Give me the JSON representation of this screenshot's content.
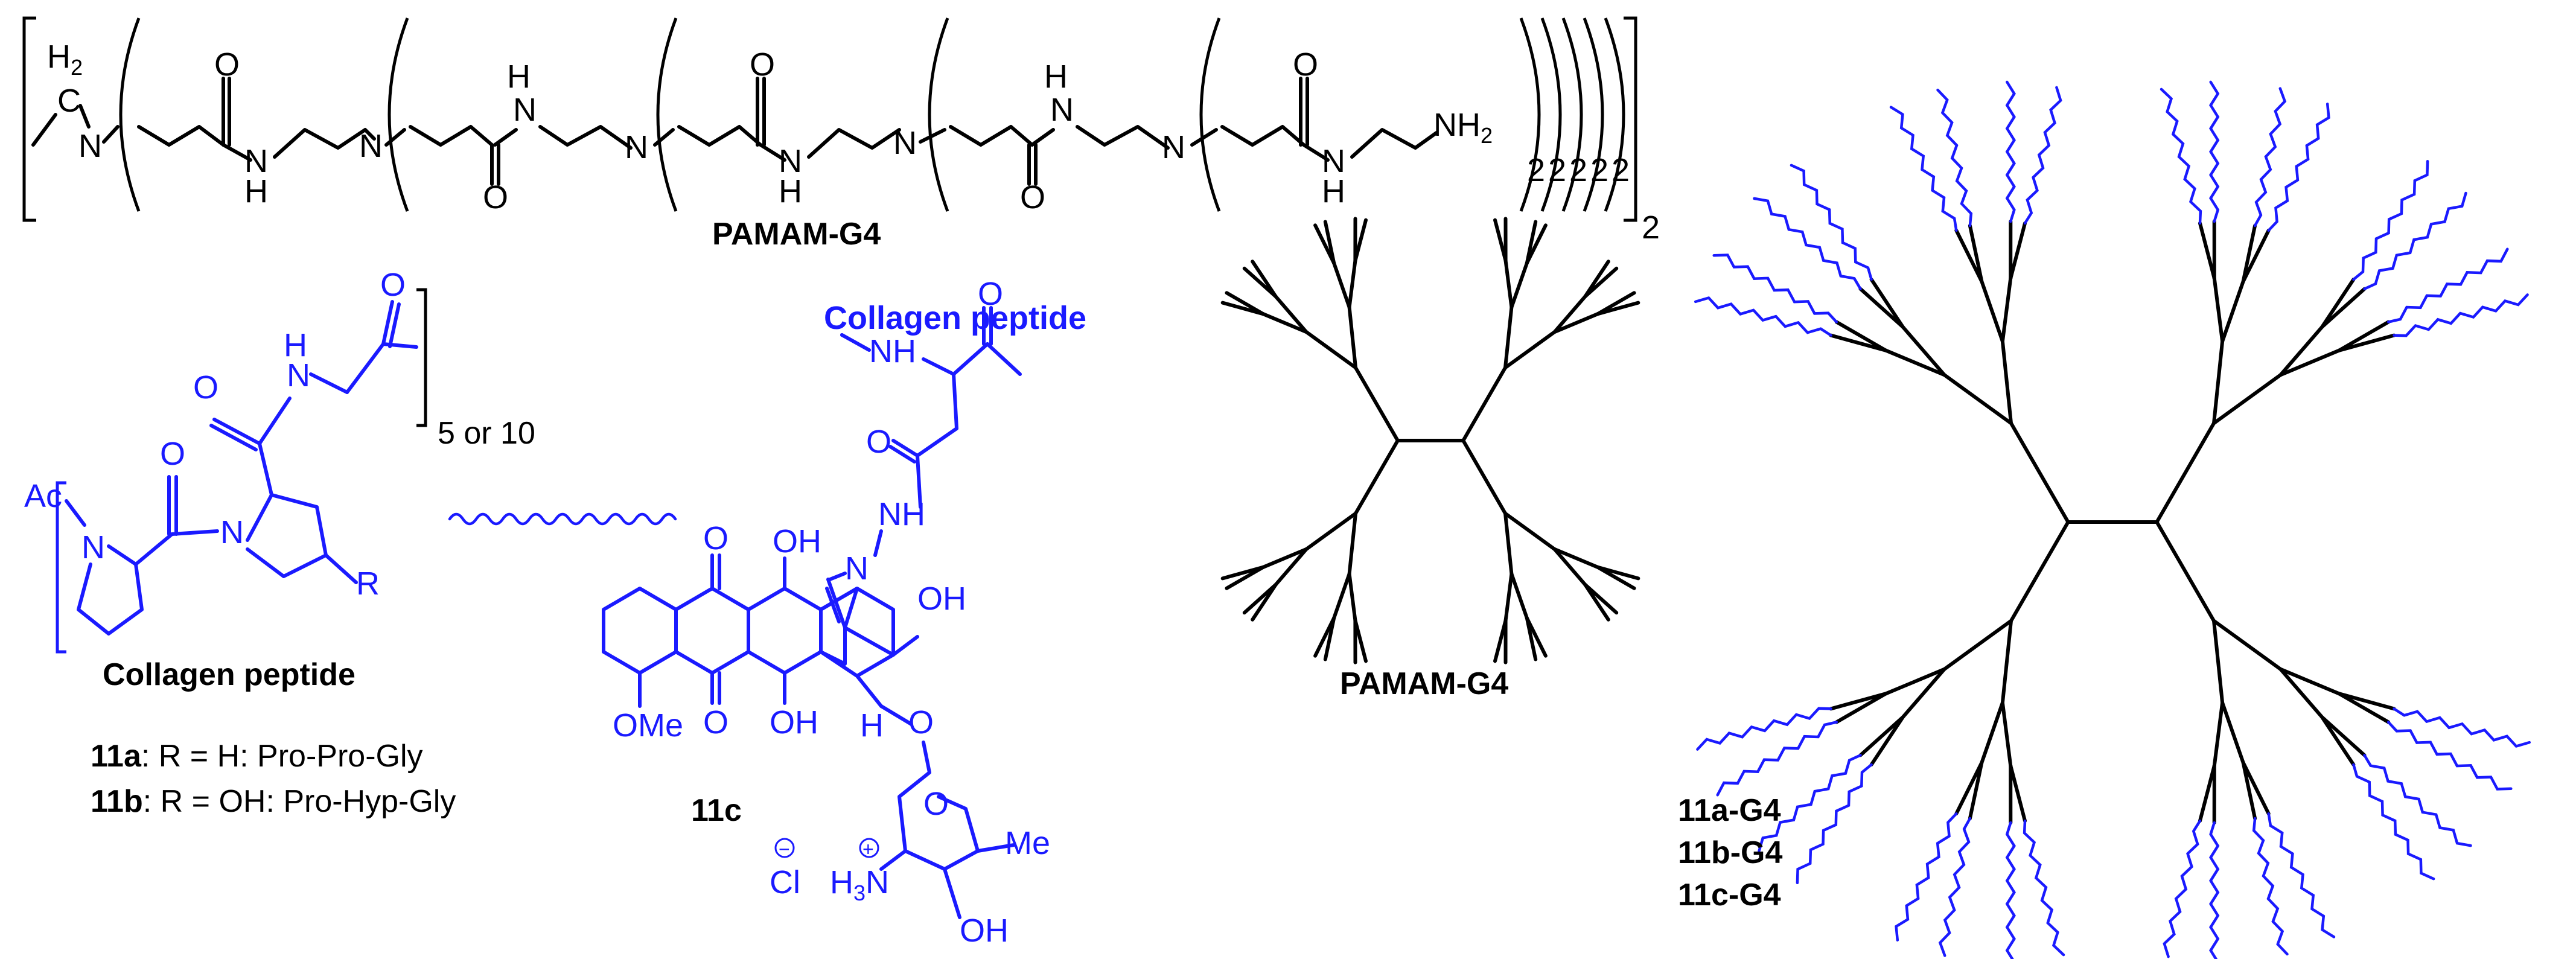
{
  "pamam_structure": {
    "h2": "H2",
    "c": "C",
    "n_core": "N",
    "o": "O",
    "h": "H",
    "n": "N",
    "nh2": "NH2",
    "subscripts": [
      "2",
      "2",
      "2",
      "2",
      "2",
      "2"
    ],
    "outer_subscript": "2",
    "name": "PAMAM-G4"
  },
  "peptide": {
    "ac": "Ac",
    "n": "N",
    "o": "O",
    "h": "H",
    "r": "R",
    "repeat": "5 or 10",
    "name": "Collagen peptide",
    "variant_a_id": "11a",
    "variant_a_text": ": R = H: Pro-Pro-Gly",
    "variant_b_id": "11b",
    "variant_b_text": ": R = OH: Pro-Hyp-Gly"
  },
  "drug": {
    "title": "Collagen peptide",
    "nh": "NH",
    "o": "O",
    "n": "N",
    "oh": "OH",
    "h": "H",
    "ome": "OMe",
    "me": "Me",
    "h3n": "H3N",
    "plus": "+",
    "minus": "−",
    "cl": "Cl",
    "name": "11c"
  },
  "dendrimer_small": {
    "name": "PAMAM-G4"
  },
  "dendrimer_large": {
    "labels": [
      "11a-G4",
      "11b-G4",
      "11c-G4"
    ]
  },
  "colors": {
    "black": "#000000",
    "blue": "#1a1aff"
  }
}
